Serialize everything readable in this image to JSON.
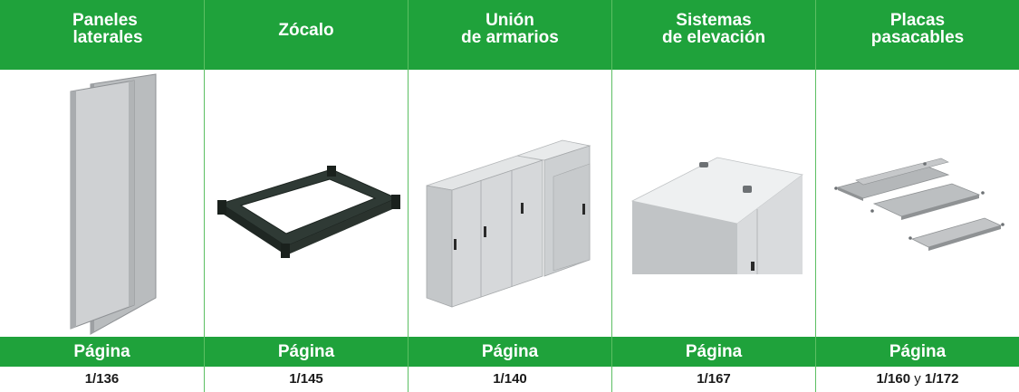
{
  "columns": [
    {
      "title_line1": "Paneles",
      "title_line2": "laterales",
      "image_icon": "side-panels-illustration",
      "page_label": "Página",
      "page_ref": "1/136"
    },
    {
      "title_line1": "Zócalo",
      "title_line2": "",
      "image_icon": "plinth-base-illustration",
      "page_label": "Página",
      "page_ref": "1/145"
    },
    {
      "title_line1": "Unión",
      "title_line2": "de armarios",
      "image_icon": "joined-enclosures-illustration",
      "page_label": "Página",
      "page_ref": "1/140"
    },
    {
      "title_line1": "Sistemas",
      "title_line2": "de elevación",
      "image_icon": "lifting-system-illustration",
      "page_label": "Página",
      "page_ref": "1/167"
    },
    {
      "title_line1": "Placas",
      "title_line2": "pasacables",
      "image_icon": "cable-gland-plates-illustration",
      "page_label": "Página",
      "page_ref": "1/160",
      "page_ref_conj": "y",
      "page_ref_2": "1/172"
    }
  ],
  "colors": {
    "header_green": "#1fa23b",
    "divider_green": "#5cbf63",
    "text_dark": "#1a1a1a"
  }
}
